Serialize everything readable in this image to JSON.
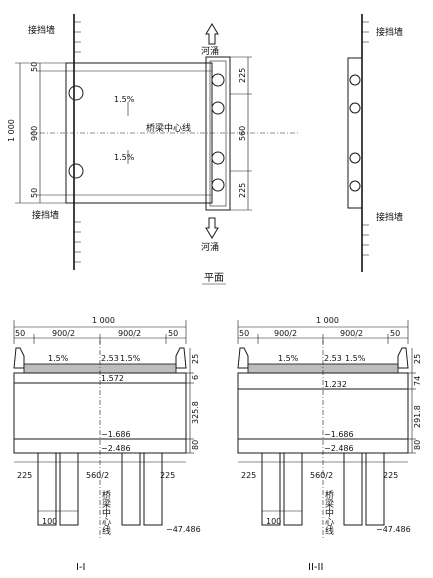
{
  "plan": {
    "title": "平面",
    "retaining_wall_top": "接挡墙",
    "retaining_wall_bottom": "接挡墙",
    "river_top": "河涌",
    "river_bottom": "河涌",
    "centerline": "桥梁中心线",
    "slope_upper": "1.5%",
    "slope_lower": "1.5%",
    "dim_left_total": "1 000",
    "dim_left_top": "50",
    "dim_left_mid": "900",
    "dim_left_bot": "50",
    "dim_right_top": "225",
    "dim_right_mid": "560",
    "dim_right_bot": "225",
    "right_wall_top": "接挡墙",
    "right_wall_bottom": "接挡墙"
  },
  "section1": {
    "title": "I-I",
    "dim_total": "1 000",
    "dim_50a": "50",
    "dim_half_l": "900/2",
    "dim_half_r": "900/2",
    "dim_50b": "50",
    "slope_l": "1.5%",
    "slope_r": "1.5%",
    "elev_top": "2.53",
    "elev_mid": "1.572",
    "elev_low1": "−1.686",
    "elev_low2": "−2.486",
    "dim_v1": "25",
    "dim_v2": "6",
    "dim_v3": "325.8",
    "dim_v4": "80",
    "pile_225a": "225",
    "pile_560": "560/2",
    "pile_225b": "225",
    "pile_width": "100",
    "pile_elev": "−47.486",
    "centerline_vertical": "桥梁中心线"
  },
  "section2": {
    "title": "II-II",
    "dim_total": "1 000",
    "dim_50a": "50",
    "dim_half_l": "900/2",
    "dim_half_r": "900/2",
    "dim_50b": "50",
    "slope_l": "1.5%",
    "slope_r": "1.5%",
    "elev_top": "2.53",
    "elev_mid": "1.232",
    "elev_low1": "−1.686",
    "elev_low2": "−2.486",
    "dim_v1": "25",
    "dim_v2": "74",
    "dim_v3": "291.8",
    "dim_v4": "80",
    "pile_225a": "225",
    "pile_560": "560/2",
    "pile_225b": "225",
    "pile_width": "100",
    "pile_elev": "−47.486",
    "centerline_vertical": "桥梁中心线"
  }
}
